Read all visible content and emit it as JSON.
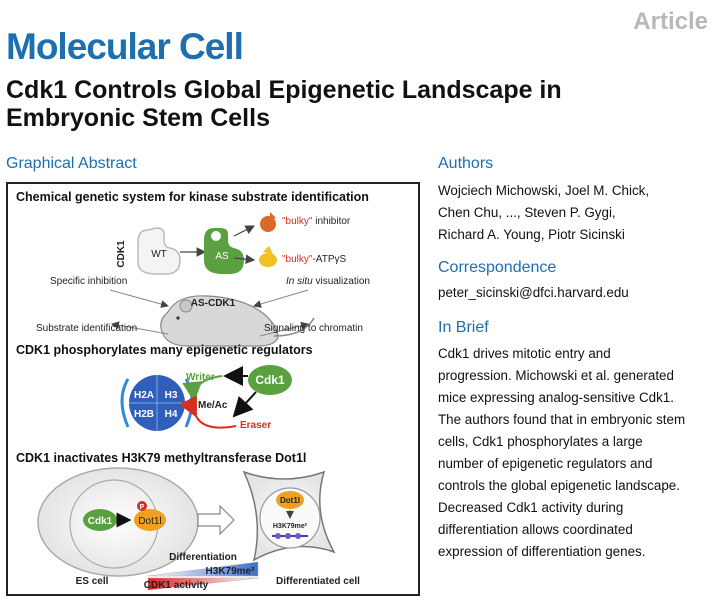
{
  "header": {
    "article_label": "Article",
    "journal": "Molecular Cell",
    "title": "Cdk1 Controls Global Epigenetic Landscape in Embryonic Stem Cells"
  },
  "graphical_abstract": {
    "heading": "Graphical Abstract",
    "section1": {
      "title": "Chemical genetic system for kinase substrate identification",
      "cdk1_label": "CDK1",
      "wt": "WT",
      "as": "AS",
      "bulky_inhibitor_q": "\"bulky\"",
      "bulky_inhibitor_rest": " inhibitor",
      "bulky_atp_q": "\"bulky\"",
      "bulky_atp_rest": "-ATPγS",
      "specific_inhibition": "Specific inhibition",
      "in_situ": "In situ",
      "visualization": " visualization",
      "mouse_label": "AS-CDK1",
      "substrate_identification": "Substrate identification",
      "signaling": "Signaling to chromatin"
    },
    "section2": {
      "title": "CDK1 phosphorylates many epigenetic regulators",
      "writer": "Writer",
      "cdk1": "Cdk1",
      "h2a": "H2A",
      "h3": "H3",
      "h2b": "H2B",
      "h4": "H4",
      "me_ac": "Me/Ac",
      "eraser": "Eraser"
    },
    "section3": {
      "title": "CDK1 inactivates H3K79 methyltransferase Dot1l",
      "cdk1": "Cdk1",
      "p": "P",
      "dot1l": "Dot1l",
      "dot1l_2": "Dot1l",
      "h3k79me2_small": "H3K79me²",
      "differentiation": "Differentiation",
      "h3k79me2": "H3K79me²",
      "cdk1_activity": "CDK1 activity",
      "es_cell": "ES cell",
      "differentiated_cell": "Differentiated cell"
    }
  },
  "authors": {
    "heading": "Authors",
    "lines": [
      "Wojciech Michowski, Joel M. Chick,",
      "Chen Chu, ..., Steven P. Gygi,",
      "Richard A. Young, Piotr Sicinski"
    ]
  },
  "correspondence": {
    "heading": "Correspondence",
    "email": "peter_sicinski@dfci.harvard.edu"
  },
  "in_brief": {
    "heading": "In Brief",
    "lines": [
      "Cdk1 drives mitotic entry and",
      "progression. Michowski et al. generated",
      "mice expressing analog-sensitive Cdk1.",
      "The authors found that in embryonic stem",
      "cells, Cdk1 phosphorylates a large",
      "number of epigenetic regulators and",
      "controls the global epigenetic landscape.",
      "Decreased Cdk1 activity during",
      "differentiation allows coordinated",
      "expression of differentiation genes."
    ]
  },
  "colors": {
    "brand_blue": "#1d6fb0",
    "cdk1_green": "#5aa040",
    "dot1l_orange": "#f0a020",
    "histone_blue": "#2f5fb8",
    "eraser_red": "#d43020"
  }
}
